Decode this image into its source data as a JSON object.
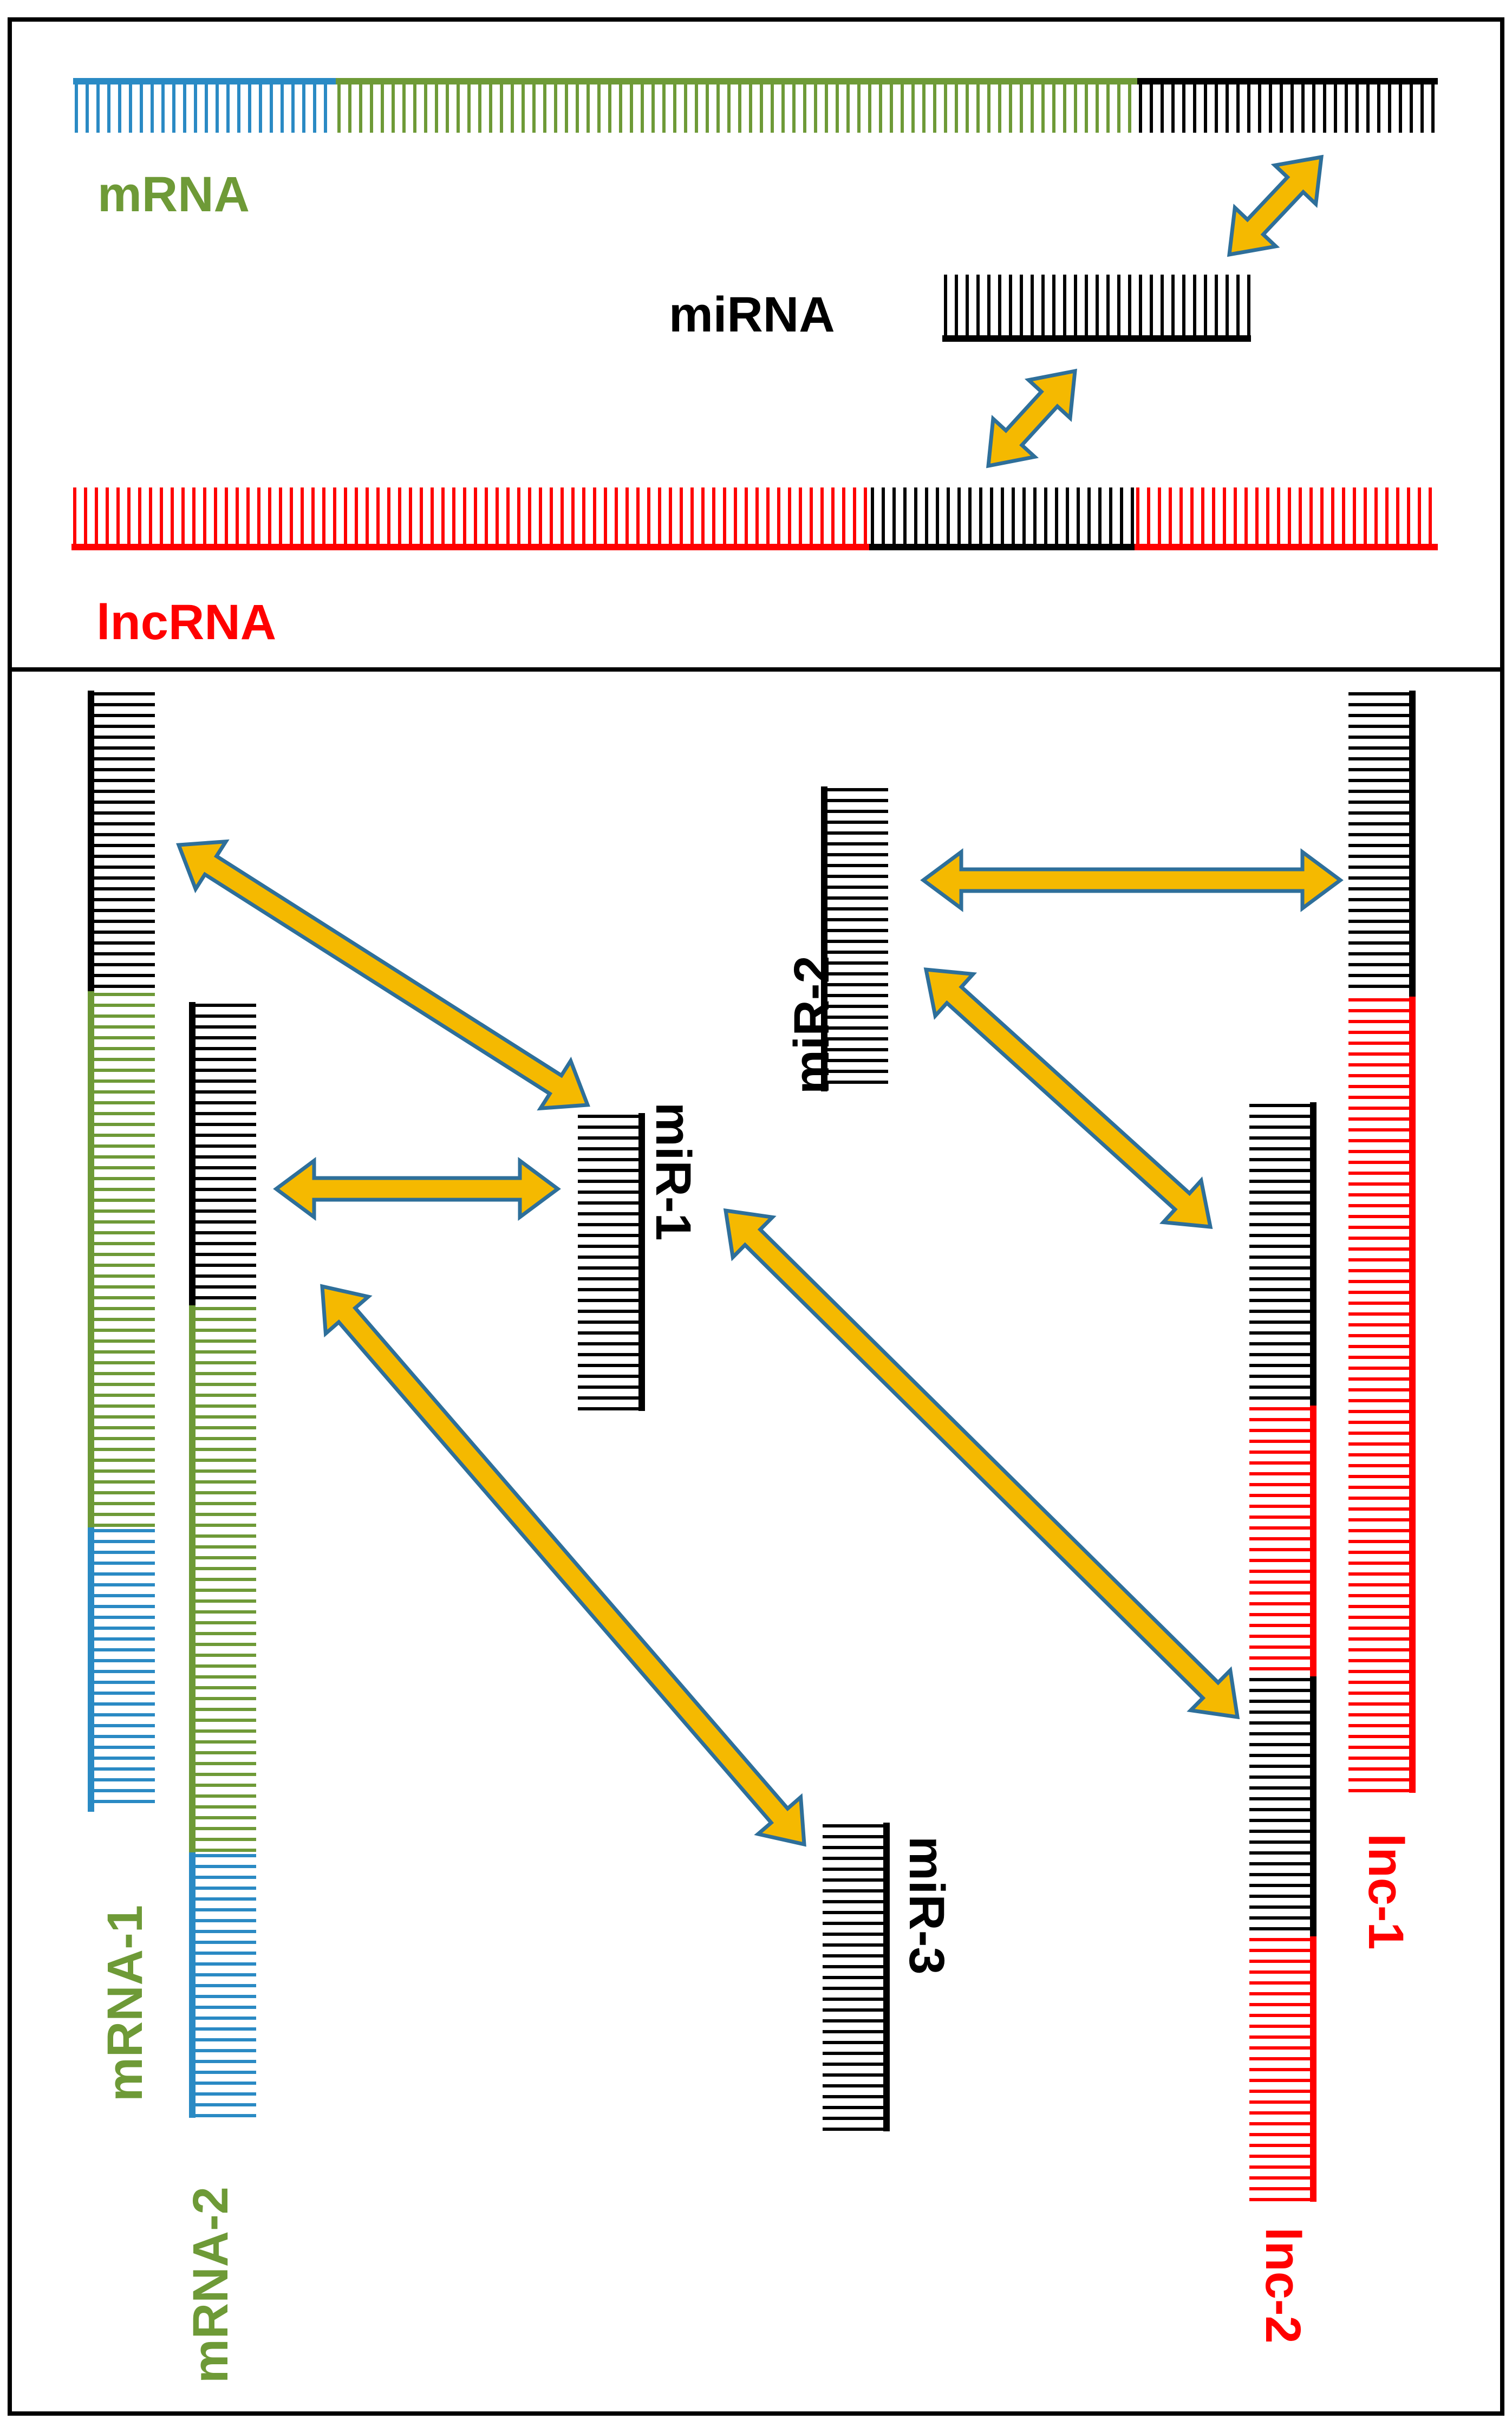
{
  "colors": {
    "blue": "#2a8ac4",
    "green": "#6e9a37",
    "black": "#000000",
    "red": "#ff0000",
    "arrow_fill": "#f5b900",
    "arrow_stroke": "#2e6f9a"
  },
  "top_panel": {
    "mrna_label": "mRNA",
    "mirna_label": "miRNA",
    "lncrna_label": "lncRNA"
  },
  "bottom_panel": {
    "mrna1_label": "mRNA-1",
    "mrna2_label": "mRNA-2",
    "mir1_label": "miR-1",
    "mir2_label": "miR-2",
    "mir3_label": "miR-3",
    "lnc1_label": "lnc-1",
    "lnc2_label": "lnc-2"
  },
  "icons": [
    "double-headed-arrow"
  ]
}
